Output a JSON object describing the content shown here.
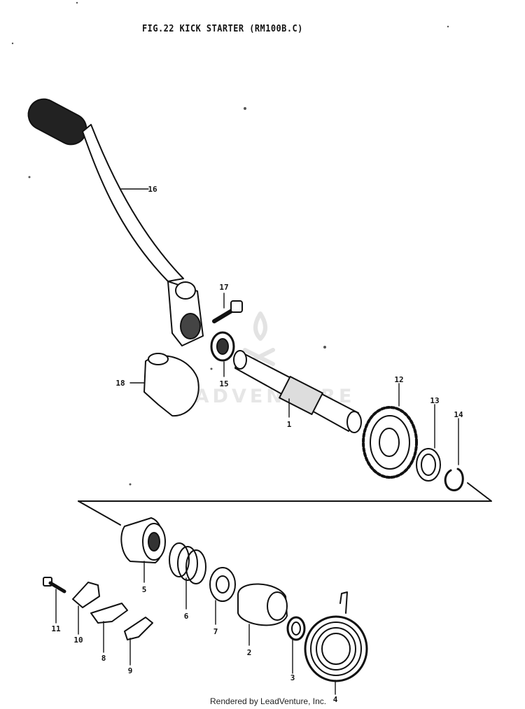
{
  "title": "FIG.22  KICK STARTER (RM100B.C)",
  "watermark": "LEADVENTURE",
  "credit": "Rendered by LeadVenture, Inc.",
  "part_callouts": [
    "1",
    "2",
    "3",
    "4",
    "5",
    "6",
    "7",
    "8",
    "9",
    "10",
    "11",
    "12",
    "13",
    "14",
    "15",
    "16",
    "17",
    "18"
  ]
}
